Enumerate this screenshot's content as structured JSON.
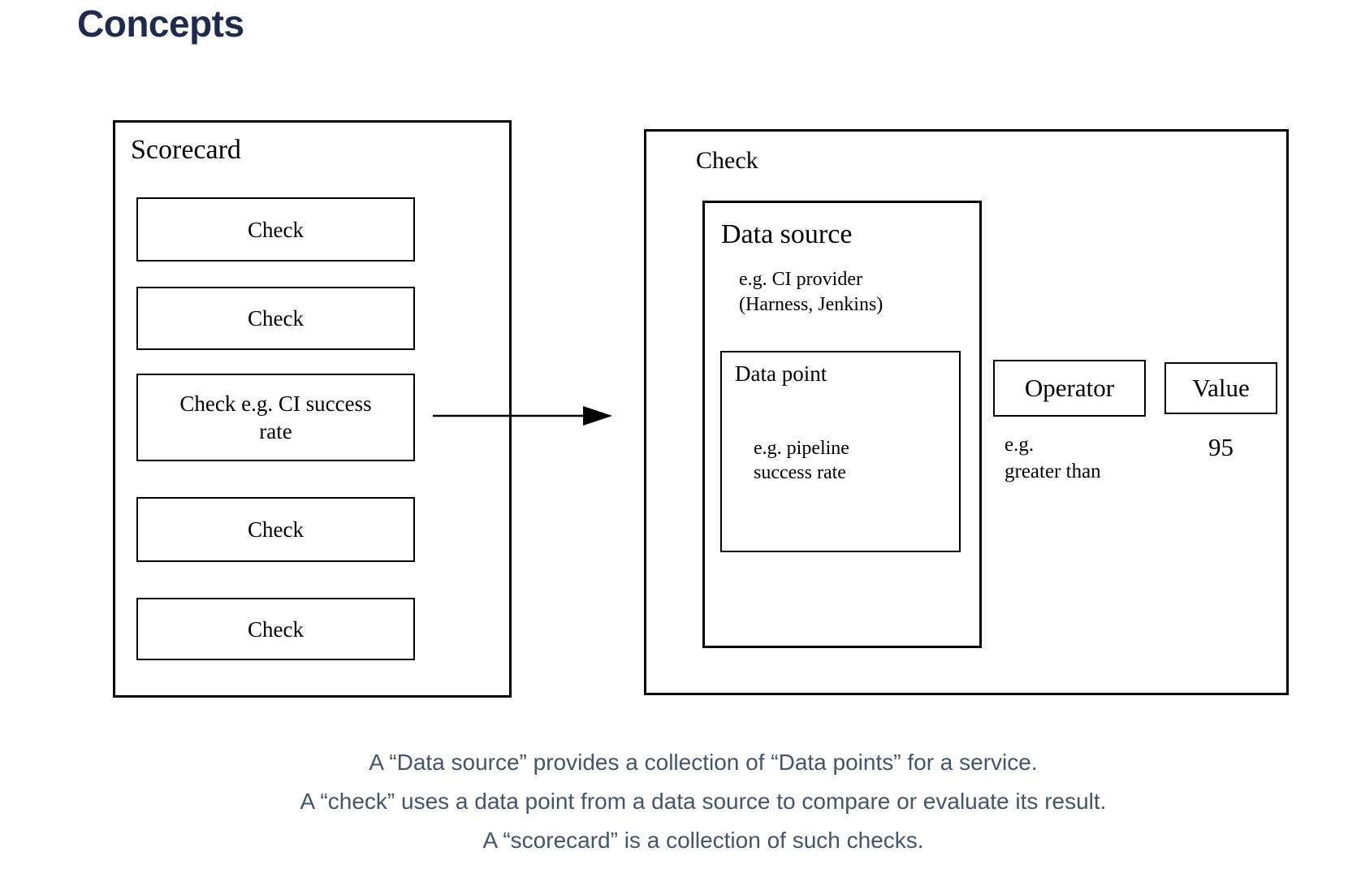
{
  "page": {
    "title": "Concepts"
  },
  "colors": {
    "title": "#1f2b4c",
    "description": "#44546a",
    "ink": "#000000"
  },
  "scorecard": {
    "label": "Scorecard",
    "checks": [
      {
        "label": "Check"
      },
      {
        "label": "Check"
      },
      {
        "label": "Check e.g. CI success rate"
      },
      {
        "label": "Check"
      },
      {
        "label": "Check"
      }
    ]
  },
  "check": {
    "label": "Check",
    "data_source": {
      "label": "Data source",
      "example_line1": "e.g. CI provider",
      "example_line2": "(Harness, Jenkins)",
      "data_point": {
        "label": "Data point",
        "example_line1": "e.g. pipeline",
        "example_line2": "success rate"
      }
    },
    "operator": {
      "label": "Operator",
      "example_line1": "e.g.",
      "example_line2": "greater than"
    },
    "value": {
      "label": "Value",
      "example": "95"
    }
  },
  "description": {
    "line1": "A “Data source” provides a collection of “Data points” for a service.",
    "line2": "A “check” uses a data point from a data source to compare or evaluate its result.",
    "line3": "A “scorecard” is a collection of such checks."
  }
}
